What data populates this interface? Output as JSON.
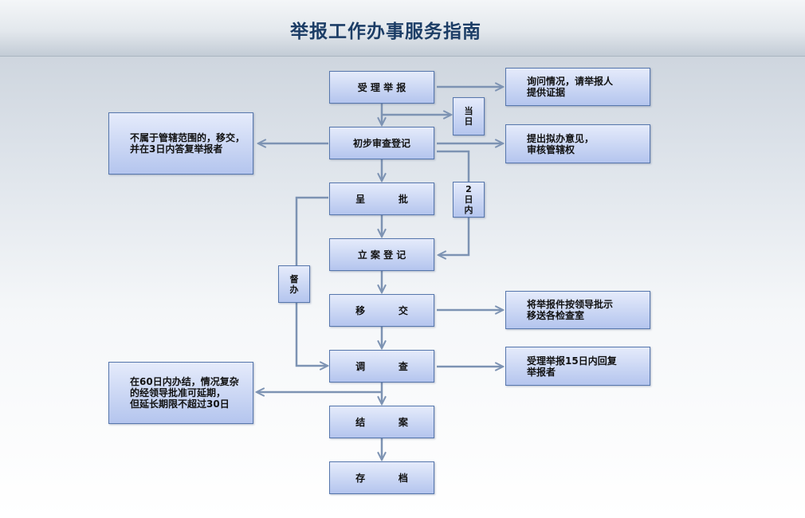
{
  "title": "举报工作办事服务指南",
  "steps": {
    "accept": "受 理 举 报",
    "initial": "初步审查登记",
    "submit": "呈          批",
    "register": "立 案 登 记",
    "transfer": "移          交",
    "investigate": "调          查",
    "close": "结          案",
    "archive": "存          档"
  },
  "notes": {
    "inquire": "询问情况，请举报人\n提供证据",
    "out_of_scope": "不属于管辖范围的，移交，\n并在3日内答复举报者",
    "propose": "提出拟办意见，\n审核管辖权",
    "transfer_approval": "将举报件按领导批示\n移送各检查室",
    "reply_15": "受理举报15日内回复\n举报者",
    "deadline_60": "在60日内办结，情况复杂\n的经领导批准可延期，\n但延长期限不超过30日"
  },
  "labels": {
    "same_day": "当\n日",
    "two_days": "2\n日\n内",
    "supervise": "督\n办"
  },
  "colors": {
    "box_border": "#5777ad",
    "box_top": "#e5ebfb",
    "box_bottom": "#b4c5ee",
    "arrow": "#7d93b3",
    "title": "#1c3d66"
  }
}
